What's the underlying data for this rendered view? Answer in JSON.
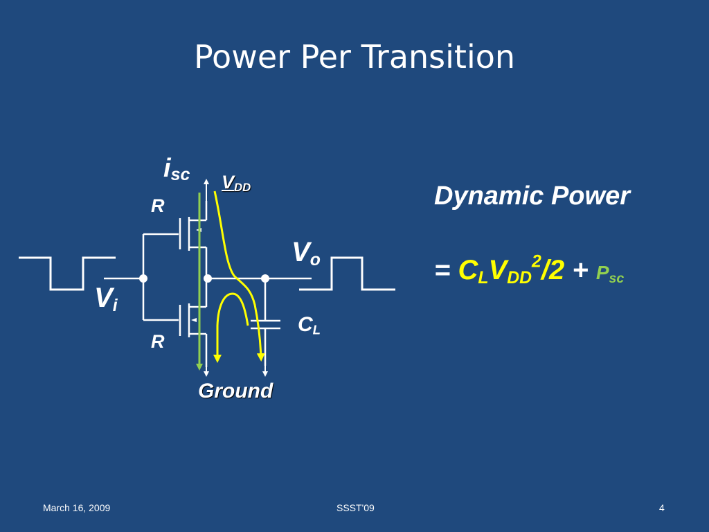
{
  "title": "Power Per Transition",
  "diagram": {
    "isc_main": "i",
    "isc_sub": "sc",
    "vdd_main": "V",
    "vdd_sub": "DD",
    "r_top": "R",
    "r_bottom": "R",
    "vo_main": "V",
    "vo_sub": "o",
    "vi_main": "V",
    "vi_sub": "i",
    "cl_main": "C",
    "cl_sub": "L",
    "ground": "Ground"
  },
  "equation": {
    "heading": "Dynamic Power",
    "equals": "=",
    "c": "C",
    "c_sub": "L",
    "v": "V",
    "v_sub": "DD",
    "exp": "2",
    "div": "/2",
    "plus": "+",
    "p": "P",
    "p_sub": "sc",
    "colors": {
      "energy_term": "#FFFF00",
      "short_circuit_term": "#92D050"
    }
  },
  "footer": {
    "date": "March 16, 2009",
    "conference": "SSST'09",
    "page": "4"
  }
}
